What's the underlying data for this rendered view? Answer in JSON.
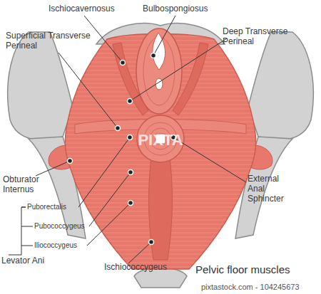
{
  "diagram": {
    "title": "Pelvic floor muscles",
    "labels": [
      "Ischiocavernosus",
      "Bulbospongiosus",
      "Superficial Transverse Perineal",
      "Deep Transverse Perineal",
      "Obturator Internus",
      "Puborectalis",
      "Pubococcygeus",
      "Iliococcygeus",
      "Levator Ani",
      "Ischiococcygeus",
      "External Anal Sphincter",
      "PIXTA",
      "pixtastock.com - 104245673"
    ]
  }
}
